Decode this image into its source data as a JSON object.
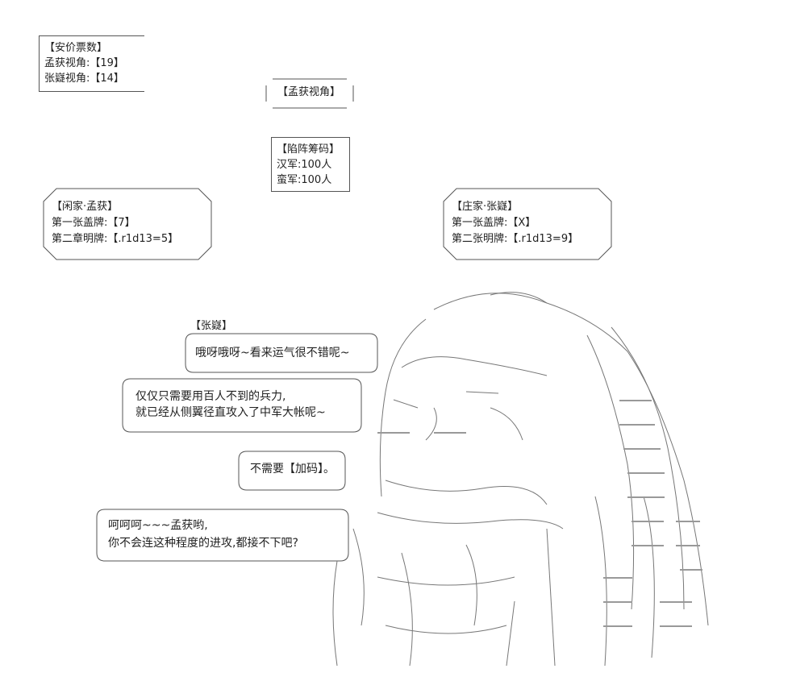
{
  "votes": {
    "title": "【安价票数】",
    "line1": "孟获视角:【19】",
    "line2": "张嶷视角:【14】"
  },
  "perspective": {
    "label": "【孟获视角】"
  },
  "trap_chips": {
    "title": "【陷阵筹码】",
    "han": "汉军:100人",
    "man": "蛮军:100人"
  },
  "idle_player": {
    "title": "【闲家·孟获】",
    "card1": "第一张盖牌:【7】",
    "card2": "第二章明牌:【.r1d13=5】"
  },
  "dealer": {
    "title": "【庄家·张嶷】",
    "card1": "第一张盖牌:【X】",
    "card2": "第二张明牌:【.r1d13=9】"
  },
  "dialogue": {
    "speaker": "【张嶷】",
    "d1": "哦呀哦呀~看来运气很不错呢~",
    "d2_line1": "仅仅只需要用百人不到的兵力,",
    "d2_line2": "就已经从侧翼径直攻入了中军大帐呢~",
    "d3": "不需要【加码】。",
    "d4_line1": "呵呵呵~~~孟获哟,",
    "d4_line2": "你不会连这种程度的进攻,都接不下吧?"
  }
}
